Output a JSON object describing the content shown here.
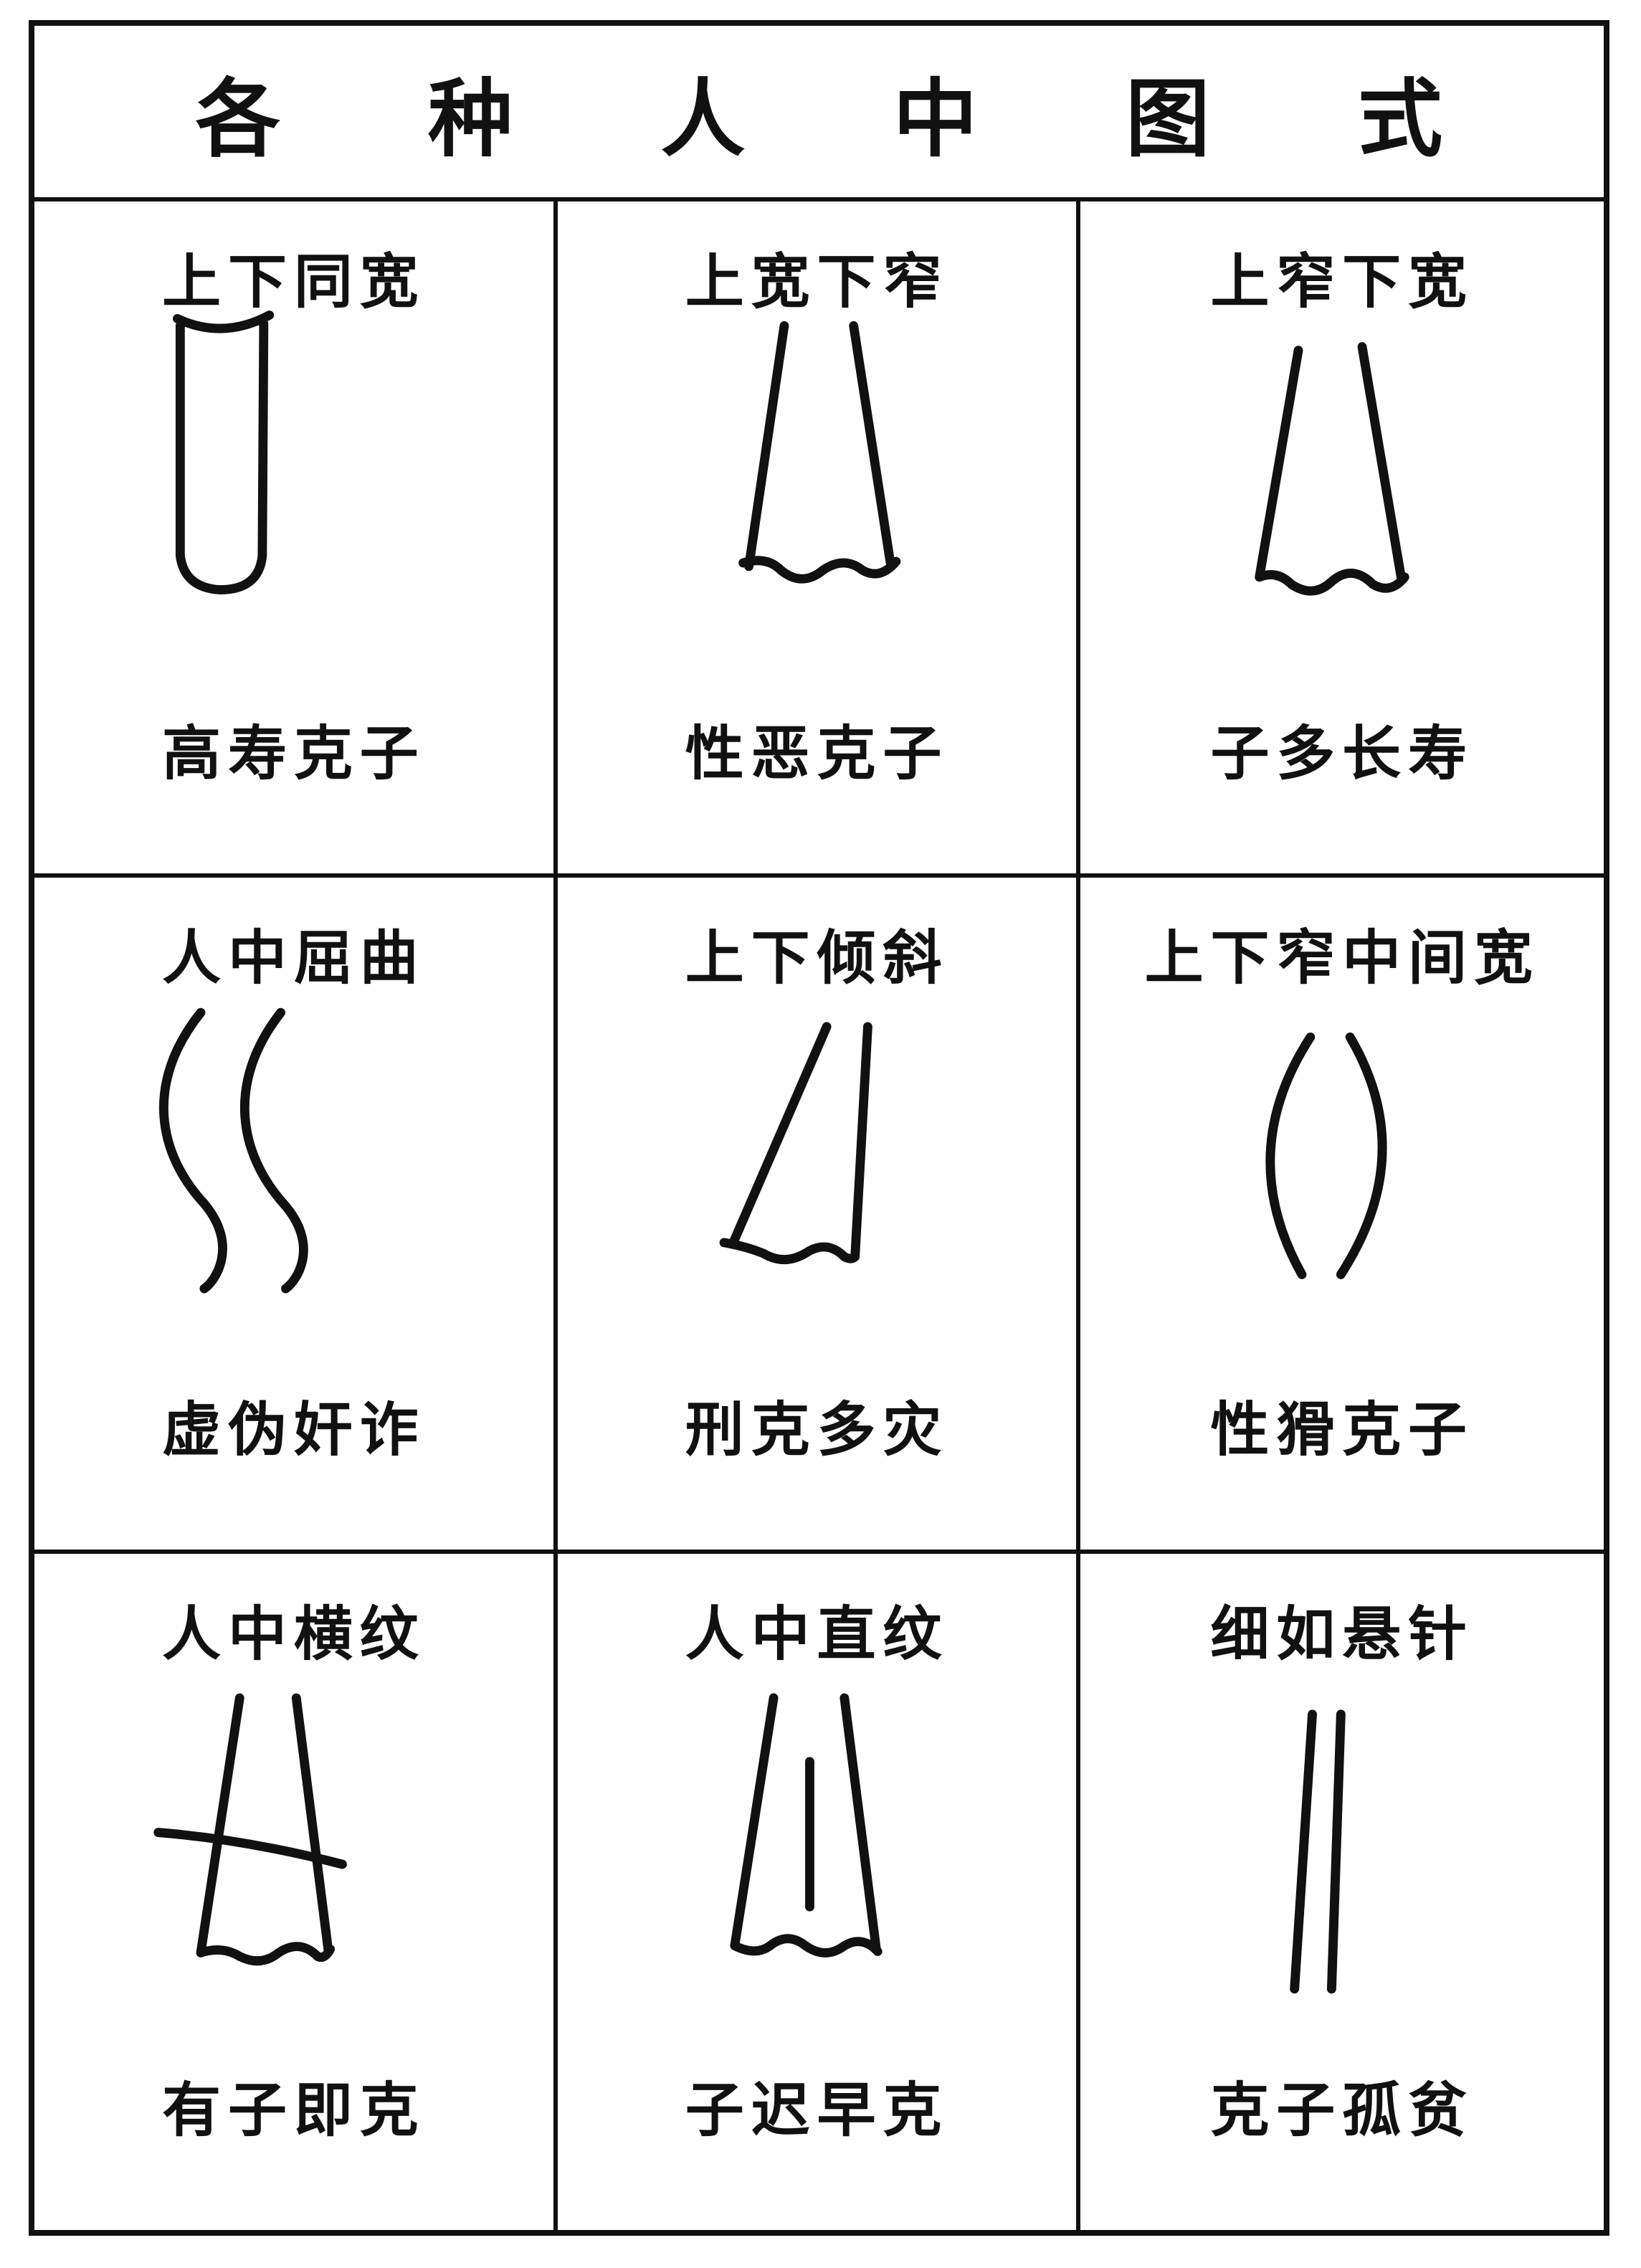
{
  "title": "各 种 人 中 图 式",
  "cells": [
    {
      "top": "上下同宽",
      "bottom": "高寿克子",
      "shape": "parallel-sides-icon"
    },
    {
      "top": "上宽下窄",
      "bottom": "性恶克子",
      "shape": "widening-downward-icon"
    },
    {
      "top": "上窄下宽",
      "bottom": "子多长寿",
      "shape": "widening-downward-icon"
    },
    {
      "top": "人中屈曲",
      "bottom": "虚伪奸诈",
      "shape": "wavy-lines-icon"
    },
    {
      "top": "上下倾斜",
      "bottom": "刑克多灾",
      "shape": "slanted-shape-icon"
    },
    {
      "top": "上下窄中间宽",
      "bottom": "性猾克子",
      "shape": "bulging-middle-icon"
    },
    {
      "top": "人中横纹",
      "bottom": "有子即克",
      "shape": "horizontal-crease-icon"
    },
    {
      "top": "人中直纹",
      "bottom": "子迟早克",
      "shape": "vertical-crease-icon"
    },
    {
      "top": "细如悬针",
      "bottom": "克子孤贫",
      "shape": "narrow-needle-icon"
    }
  ]
}
